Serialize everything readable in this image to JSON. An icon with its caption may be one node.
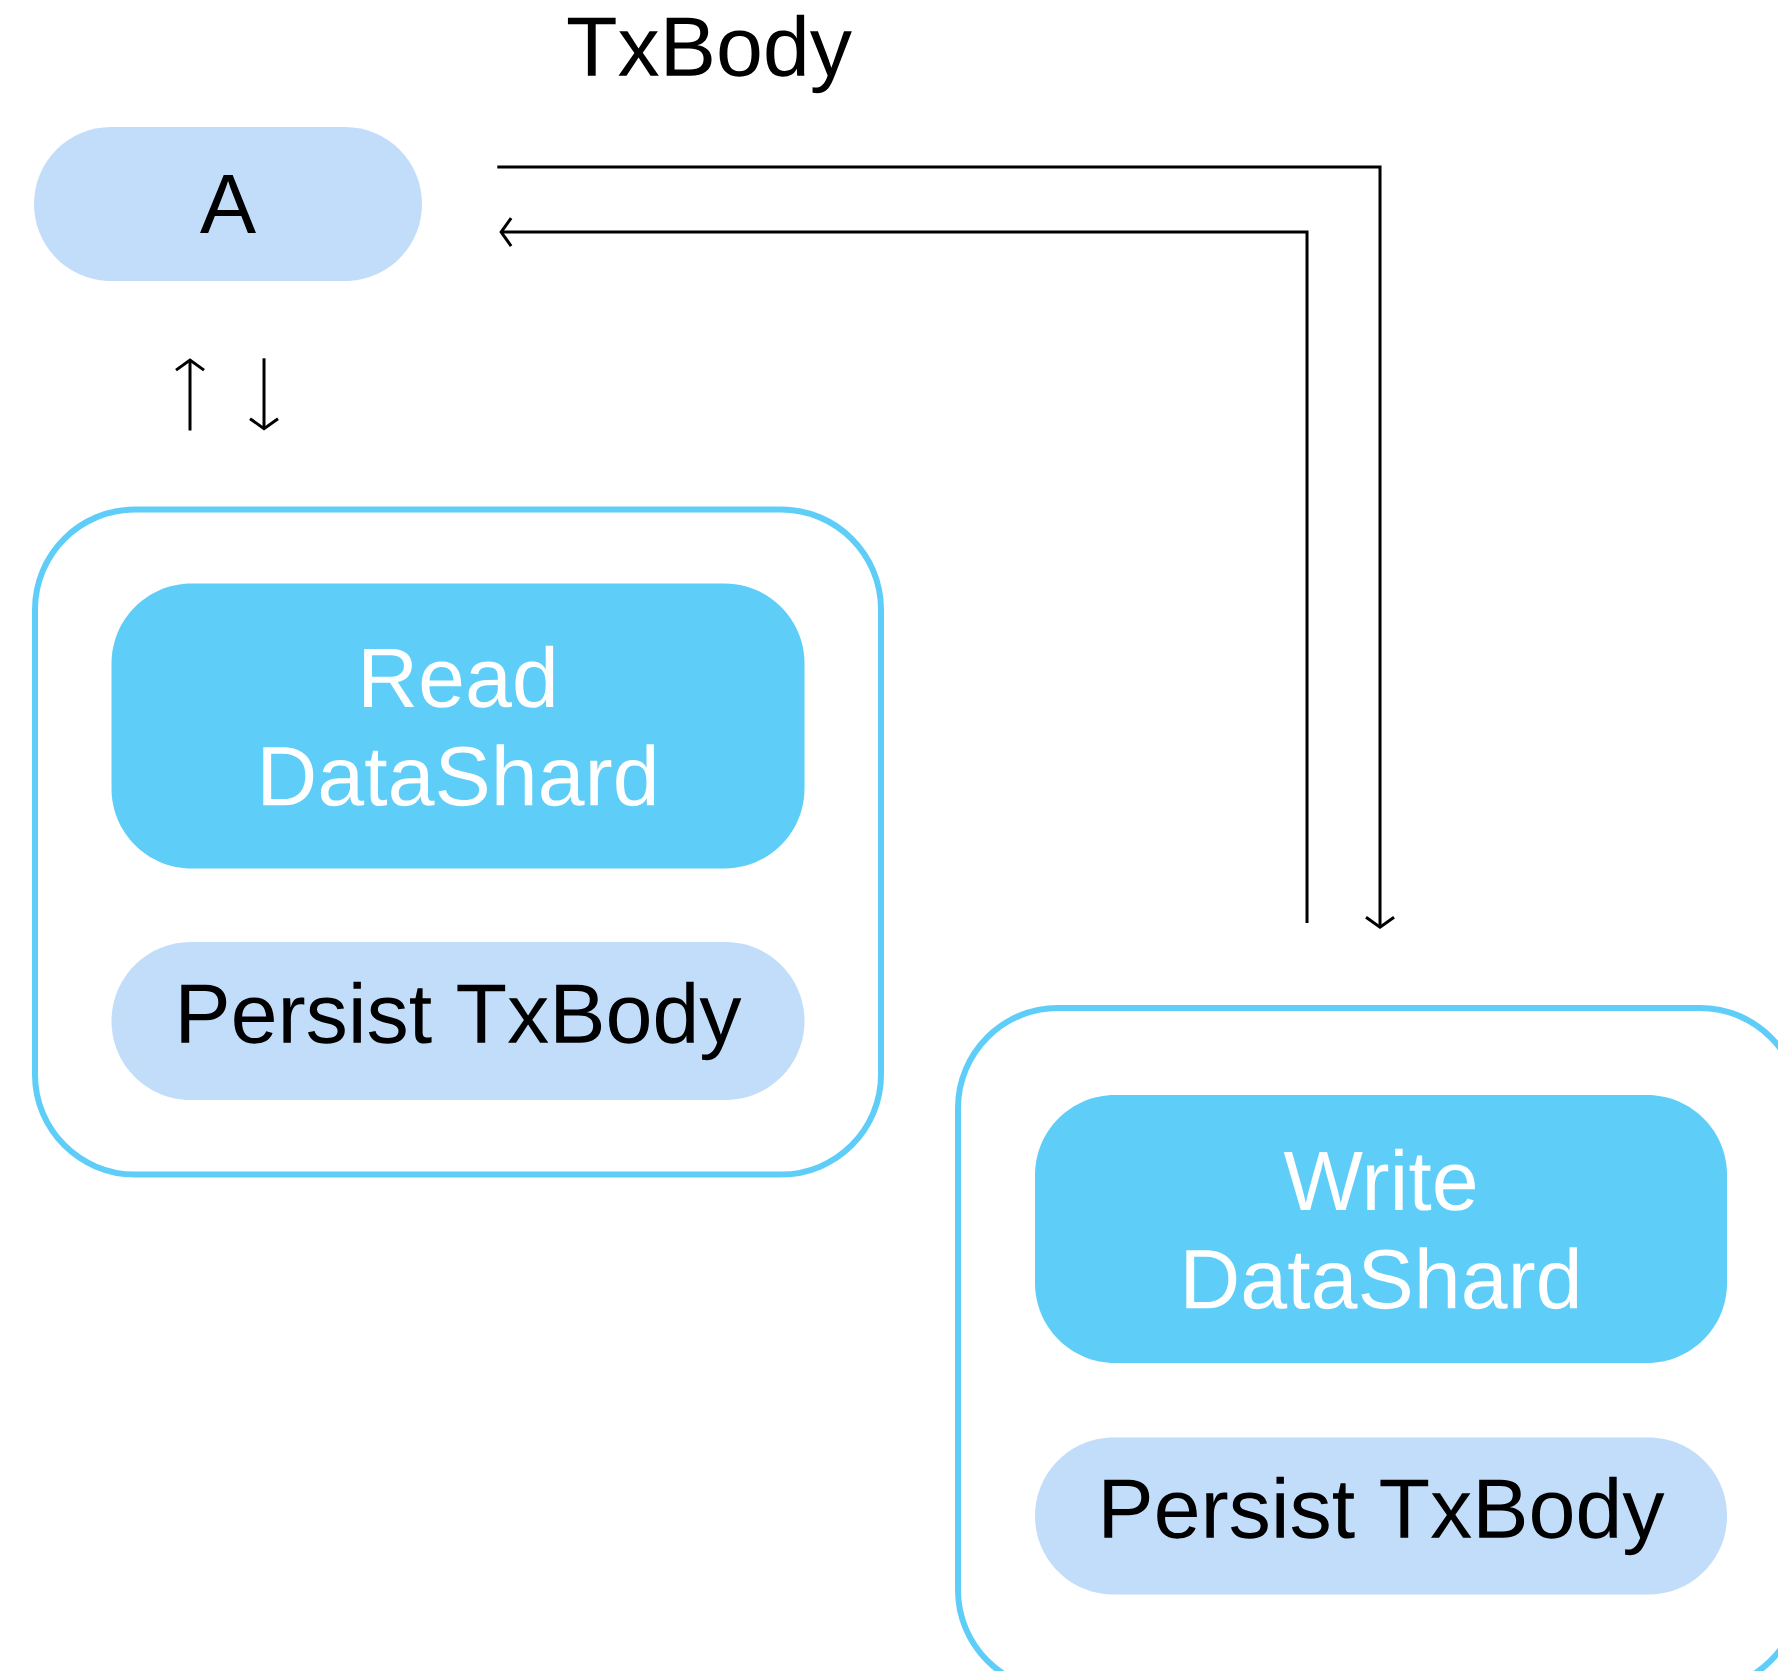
{
  "diagram": {
    "nodes": [
      {
        "text": [
          "A"
        ]
      },
      {
        "text": [],
        "shape": "box"
      },
      {
        "text": [
          "Read DataShard"
        ],
        "in": 1
      },
      {
        "text": [
          "Persist TxBody"
        ],
        "in": 1
      },
      {
        "text": [],
        "shape": "box"
      },
      {
        "text": [
          "Write DataShard"
        ],
        "in": 4
      },
      {
        "text": [
          "Persist TxBody"
        ],
        "in": 4
      }
    ],
    "edges": [
      {
        "from": 0,
        "to": 4,
        "arrow": "to",
        "label": "TxBody"
      },
      {
        "from": 4,
        "to": 0,
        "arrow": "to"
      },
      {
        "from": 1,
        "to": 0,
        "arrow": "to"
      },
      {
        "from": 0,
        "to": 1,
        "arrow": "to"
      }
    ]
  }
}
